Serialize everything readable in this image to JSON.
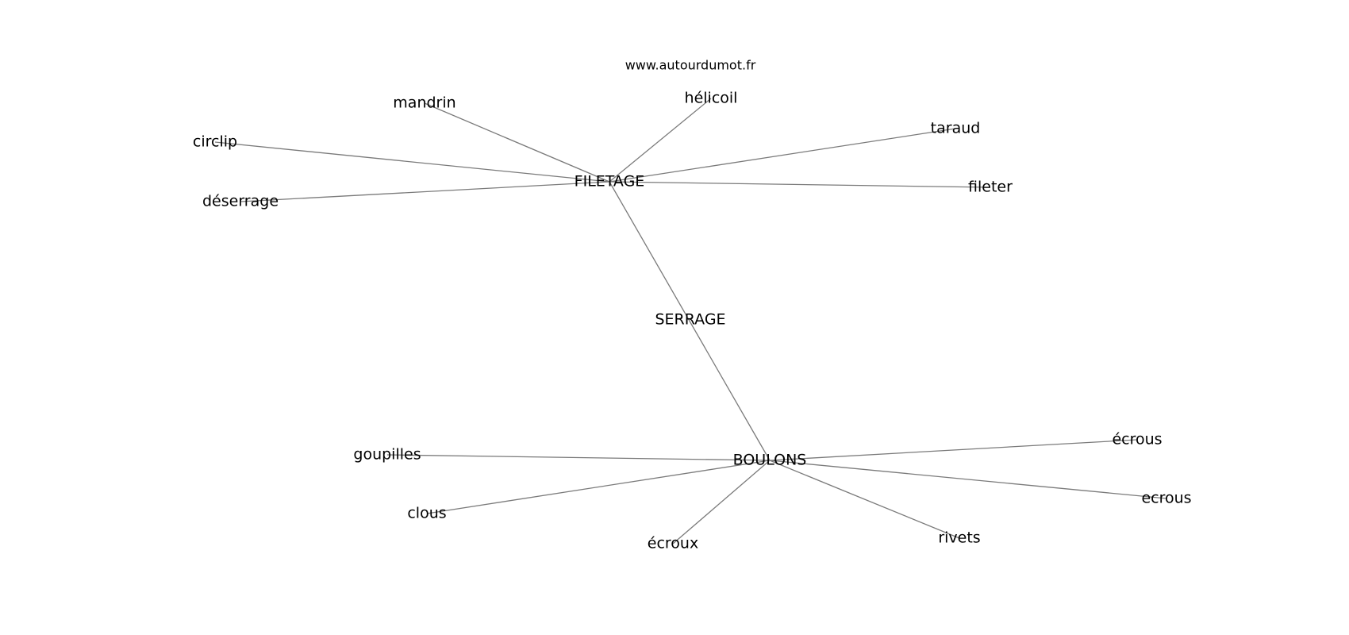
{
  "source": "www.autourdumot.fr",
  "nodes": {
    "filetage": "FILETAGE",
    "serrage": "SERRAGE",
    "boulons": "BOULONS",
    "mandrin": "mandrin",
    "helicoil": "hélicoil",
    "taraud": "taraud",
    "circlip": "circlip",
    "fileter": "fileter",
    "deserrage": "déserrage",
    "goupilles": "goupilles",
    "ecrous_accent": "écrous",
    "ecrous": "ecrous",
    "clous": "clous",
    "ecroux": "écroux",
    "rivets": "rivets"
  },
  "edges": [
    [
      "filetage",
      "mandrin"
    ],
    [
      "filetage",
      "helicoil"
    ],
    [
      "filetage",
      "taraud"
    ],
    [
      "filetage",
      "circlip"
    ],
    [
      "filetage",
      "fileter"
    ],
    [
      "filetage",
      "deserrage"
    ],
    [
      "filetage",
      "boulons"
    ],
    [
      "boulons",
      "goupilles"
    ],
    [
      "boulons",
      "ecrous_accent"
    ],
    [
      "boulons",
      "ecrous"
    ],
    [
      "boulons",
      "clous"
    ],
    [
      "boulons",
      "ecroux"
    ],
    [
      "boulons",
      "rivets"
    ]
  ]
}
